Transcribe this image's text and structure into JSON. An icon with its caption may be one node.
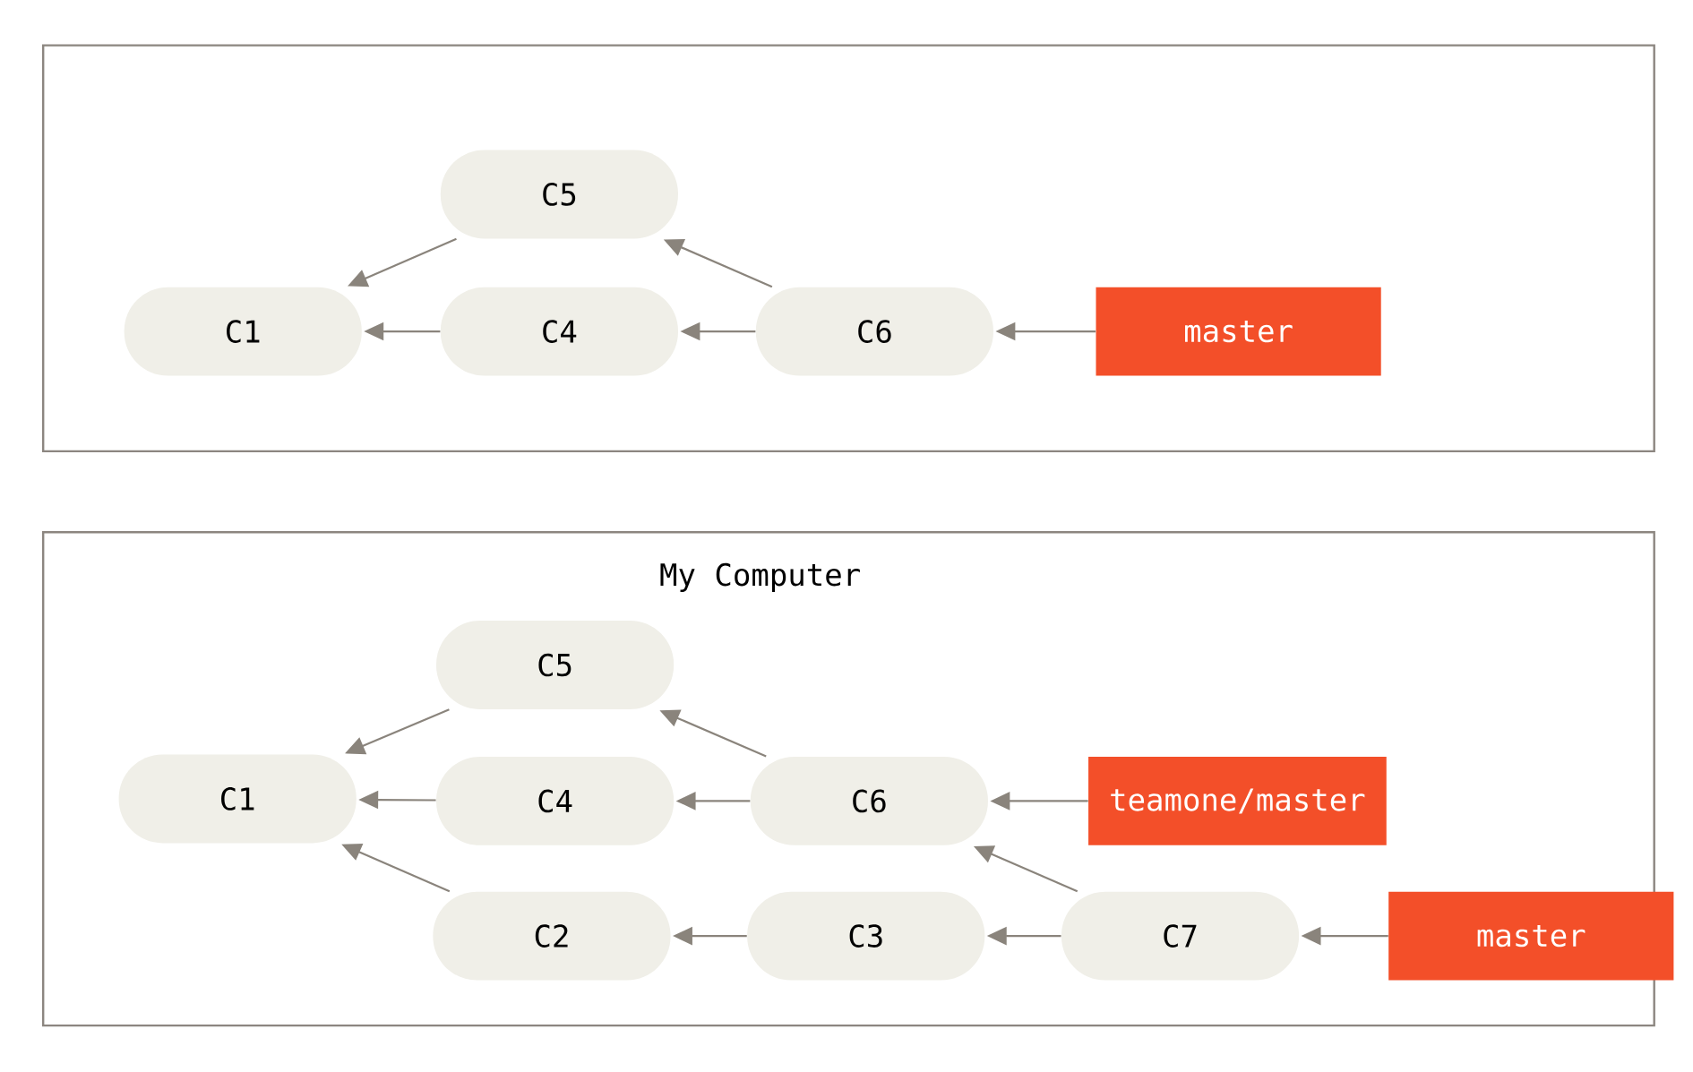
{
  "diagram": {
    "nodes": [
      {
        "text": [],
        "shape": "box"
      },
      {
        "text": [
          "C5"
        ],
        "in": 0
      },
      {
        "text": [
          "C1"
        ],
        "in": 0
      },
      {
        "text": [
          "C4"
        ],
        "in": 0
      },
      {
        "text": [
          "C6"
        ],
        "in": 0
      },
      {
        "text": [
          "master"
        ],
        "in": 0
      },
      {
        "text": [
          "My Computer"
        ]
      },
      {
        "text": [
          "C5"
        ],
        "in": 6
      },
      {
        "text": [
          "C1"
        ],
        "in": 6
      },
      {
        "text": [
          "C4"
        ],
        "in": 6
      },
      {
        "text": [
          "C6"
        ],
        "in": 6
      },
      {
        "text": [
          "teamone/master"
        ],
        "in": 6
      },
      {
        "text": [
          "C2"
        ],
        "in": 6
      },
      {
        "text": [
          "C3"
        ],
        "in": 6
      },
      {
        "text": [
          "C7"
        ],
        "in": 6
      },
      {
        "text": [
          "master"
        ]
      }
    ],
    "edges": [
      {
        "from": 1,
        "to": 2,
        "arrow": "to"
      },
      {
        "from": 3,
        "to": 2,
        "arrow": "to"
      },
      {
        "from": 4,
        "to": 3,
        "arrow": "to"
      },
      {
        "from": 4,
        "to": 1,
        "arrow": "to"
      },
      {
        "from": 5,
        "to": 4,
        "arrow": "to"
      },
      {
        "from": 7,
        "to": 8,
        "arrow": "to"
      },
      {
        "from": 9,
        "to": 8,
        "arrow": "to"
      },
      {
        "from": 10,
        "to": 9,
        "arrow": "to"
      },
      {
        "from": 10,
        "to": 7,
        "arrow": "to"
      },
      {
        "from": 11,
        "to": 10,
        "arrow": "to"
      },
      {
        "from": 12,
        "to": 8,
        "arrow": "to"
      },
      {
        "from": 13,
        "to": 12,
        "arrow": "to"
      },
      {
        "from": 14,
        "to": 13,
        "arrow": "to"
      },
      {
        "from": 14,
        "to": 10,
        "arrow": "to"
      },
      {
        "from": 15,
        "to": 14,
        "arrow": "to"
      }
    ]
  }
}
